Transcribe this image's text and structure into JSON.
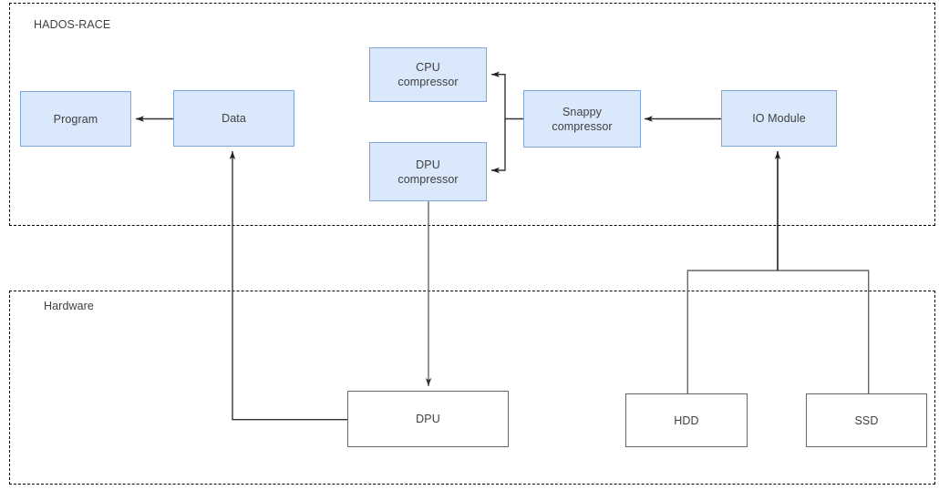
{
  "diagram": {
    "groups": [
      {
        "id": "hados-race",
        "label": "HADOS-RACE"
      },
      {
        "id": "hardware",
        "label": "Hardware"
      }
    ],
    "nodes": [
      {
        "id": "program",
        "label": "Program",
        "style": "blue"
      },
      {
        "id": "data",
        "label": "Data",
        "style": "blue"
      },
      {
        "id": "cpu-compressor",
        "label": "CPU\ncompressor",
        "style": "blue"
      },
      {
        "id": "dpu-compressor",
        "label": "DPU\ncompressor",
        "style": "blue"
      },
      {
        "id": "snappy",
        "label": "Snappy\ncompressor",
        "style": "blue"
      },
      {
        "id": "io-module",
        "label": "IO Module",
        "style": "blue"
      },
      {
        "id": "dpu",
        "label": "DPU",
        "style": "white"
      },
      {
        "id": "hdd",
        "label": "HDD",
        "style": "white"
      },
      {
        "id": "ssd",
        "label": "SSD",
        "style": "white"
      }
    ],
    "edges": [
      {
        "from": "data",
        "to": "program",
        "arrow": true
      },
      {
        "from": "snappy",
        "to": "cpu-compressor",
        "arrow": true
      },
      {
        "from": "snappy",
        "to": "dpu-compressor",
        "arrow": true
      },
      {
        "from": "io-module",
        "to": "snappy",
        "arrow": true
      },
      {
        "from": "dpu-compressor",
        "to": "dpu",
        "arrow": true
      },
      {
        "from": "dpu",
        "to": "data",
        "arrow": true
      },
      {
        "from": "hdd",
        "to": "io-module",
        "arrow": true
      },
      {
        "from": "ssd",
        "to": "io-module",
        "arrow": true
      }
    ],
    "colors": {
      "node_fill": "#dae8fc",
      "node_stroke": "#7ea6d9",
      "plain_stroke": "#666666",
      "edge_stroke": "#333333",
      "group_stroke": "#000000",
      "text": "#404040",
      "background": "#ffffff"
    }
  }
}
